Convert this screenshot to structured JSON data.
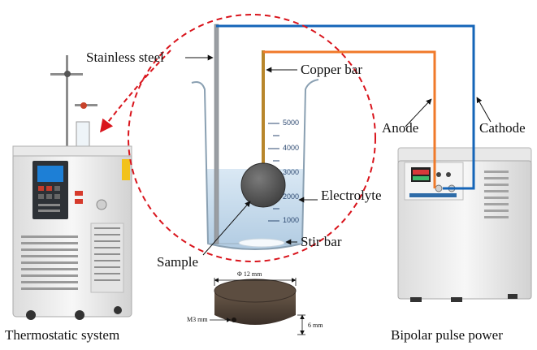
{
  "labels": {
    "stainless_steel": "Stainless steel",
    "copper_bar": "Copper bar",
    "anode": "Anode",
    "cathode": "Cathode",
    "electrolyte": "Electrolyte",
    "stir_bar": "Stir bar",
    "sample": "Sample",
    "thermostatic_system": "Thermostatic system",
    "bipolar_pulse_power": "Bipolar pulse power"
  },
  "sample_dimensions": {
    "diameter": "Φ 12 mm",
    "thread": "M3 mm",
    "height": "6 mm"
  },
  "beaker_scale": [
    "5000",
    "4000",
    "3000",
    "2000",
    "1000"
  ],
  "colors": {
    "anode_wire": "#f07a2a",
    "cathode_wire": "#1565b8",
    "callout_circle": "#d9141c",
    "electrolyte": "#bcd4e8",
    "sample_disc": "#5a5a5a"
  }
}
